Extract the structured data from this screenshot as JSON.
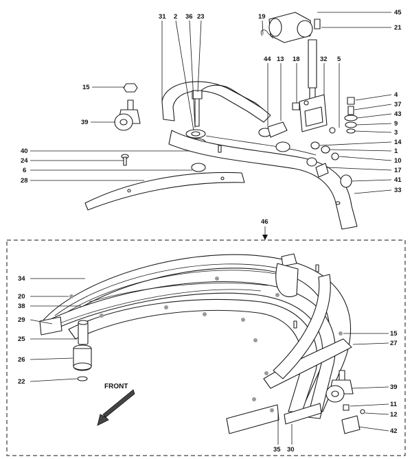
{
  "figure": {
    "front_label": "FRONT",
    "assembly_ref": "46"
  },
  "callouts": {
    "c31": "31",
    "c2": "2",
    "c36": "36",
    "c23": "23",
    "c19": "19",
    "c45": "45",
    "c21": "21",
    "c44": "44",
    "c13": "13",
    "c18": "18",
    "c32": "32",
    "c5": "5",
    "c15a": "15",
    "c39a": "39",
    "c4": "4",
    "c37": "37",
    "c43": "43",
    "c9": "9",
    "c3": "3",
    "c14": "14",
    "c1": "1",
    "c10": "10",
    "c17": "17",
    "c41": "41",
    "c33": "33",
    "c40": "40",
    "c24": "24",
    "c6": "6",
    "c28": "28",
    "c46": "46",
    "c34": "34",
    "c20": "20",
    "c38": "38",
    "c29": "29",
    "c25": "25",
    "c26": "26",
    "c22": "22",
    "c15b": "15",
    "c27": "27",
    "c39b": "39",
    "c11": "11",
    "c12": "12",
    "c42": "42",
    "c35": "35",
    "c30": "30"
  },
  "colors": {
    "ink": "#1a1a1a",
    "paper": "#ffffff",
    "shade": "#9a9a9a"
  }
}
